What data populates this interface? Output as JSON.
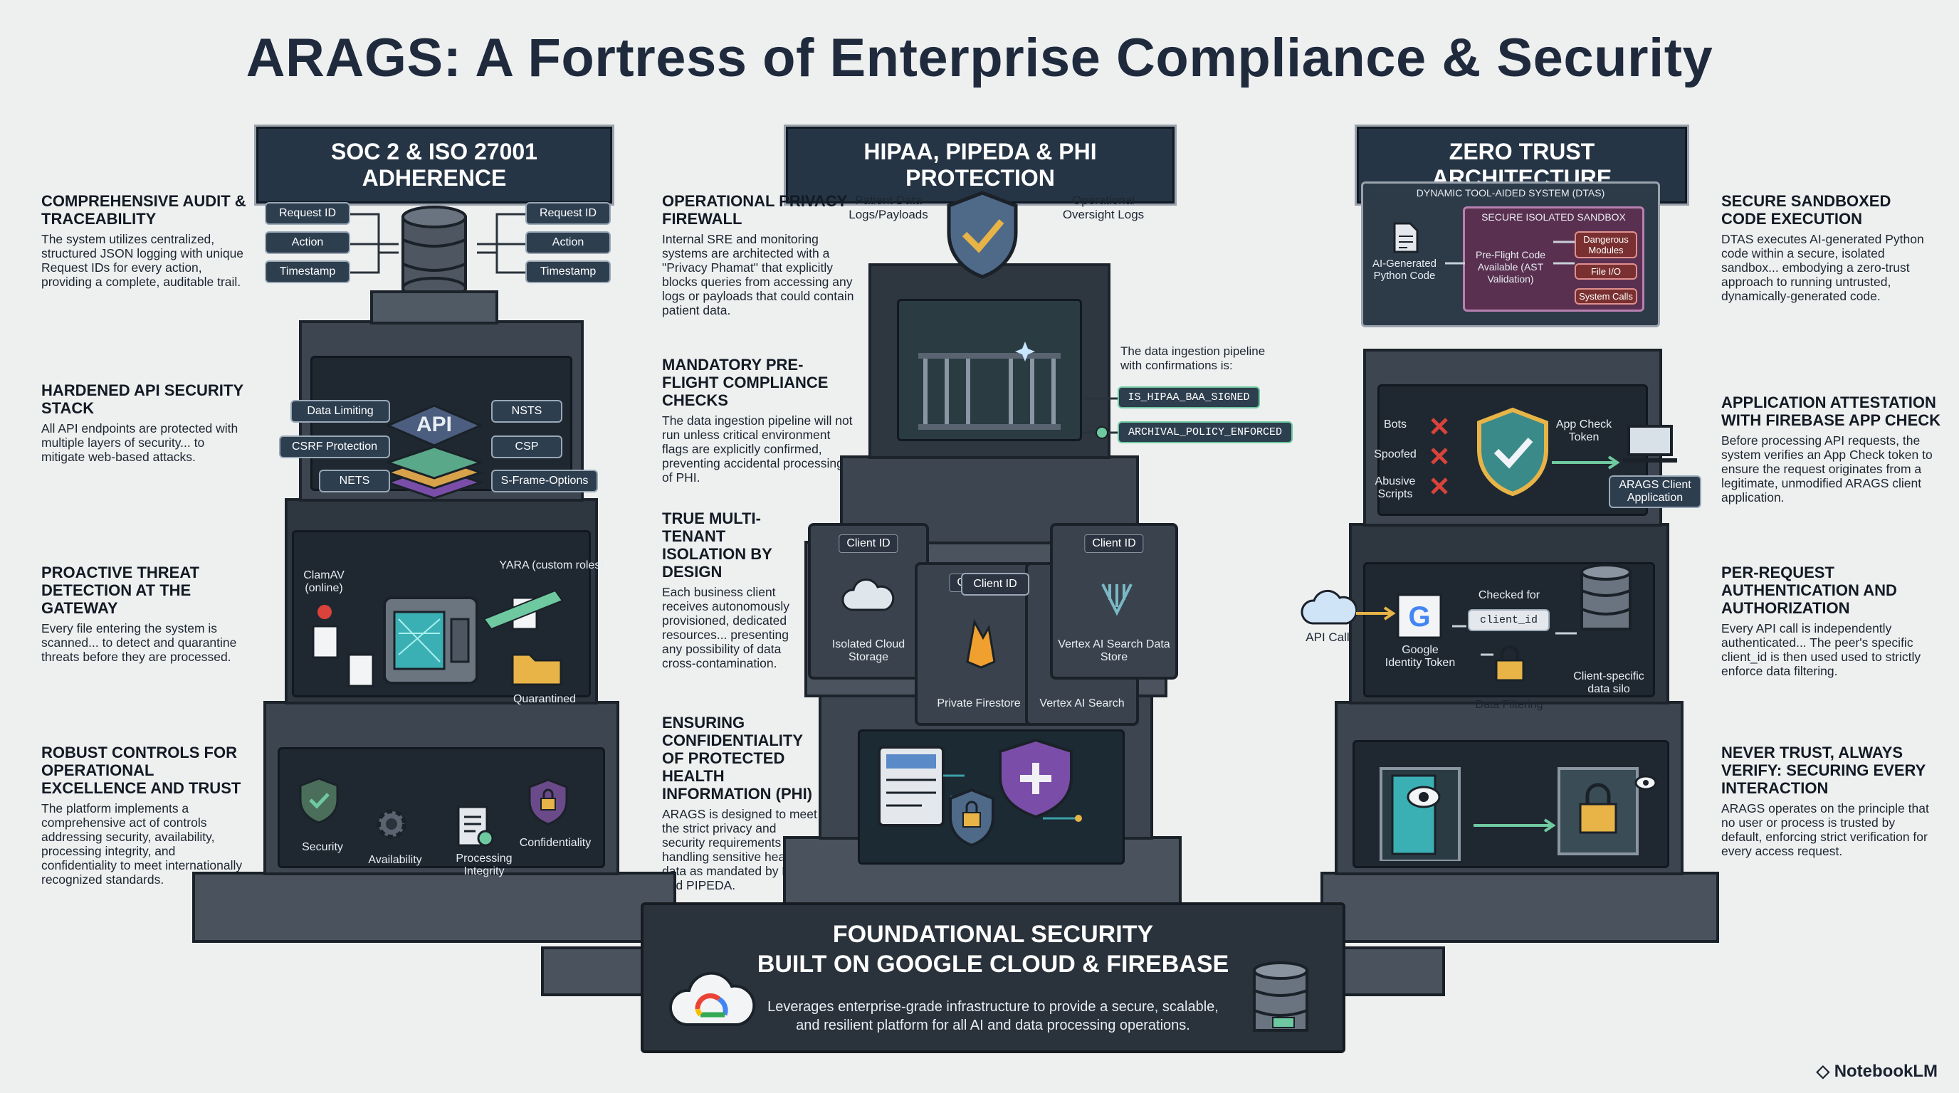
{
  "title": "ARAGS: A Fortress of Enterprise Compliance & Security",
  "pillars": [
    {
      "header": "SOC 2 & ISO 27001 ADHERENCE"
    },
    {
      "header": "HIPAA, PIPEDA & PHI PROTECTION"
    },
    {
      "header": "ZERO TRUST ARCHITECTURE"
    }
  ],
  "left_text": [
    {
      "h": "Comprehensive Audit & Traceability",
      "b": "The system utilizes centralized, structured JSON logging with unique Request IDs for every action, providing a complete, auditable trail."
    },
    {
      "h": "Hardened API Security Stack",
      "b": "All API endpoints are protected with multiple layers of security... to mitigate web-based attacks."
    },
    {
      "h": "Proactive Threat Detection at the Gateway",
      "b": "Every file entering the system is scanned... to detect and quarantine threats before they are processed."
    },
    {
      "h": "Robust Controls for Operational Excellence and Trust",
      "b": "The platform implements a comprehensive act of controls addressing security, availability, processing integrity, and confidentiality to meet internationally recognized standards."
    }
  ],
  "middle_text": [
    {
      "h": "Operational Privacy Firewall",
      "b": "Internal SRE and monitoring systems are architected with a \"Privacy Phamat\" that explicitly blocks queries from accessing any logs or payloads that could contain patient data."
    },
    {
      "h": "Mandatory Pre-Flight Compliance Checks",
      "b": "The data ingestion pipeline will not run unless critical environment flags are explicitly confirmed, preventing accidental processing of PHI."
    },
    {
      "h": "True Multi-Tenant Isolation by Design",
      "b": "Each business client receives autonomously provisioned, dedicated resources... presenting any possibility of data cross-contamination."
    },
    {
      "h": "Ensuring Confidentiality of Protected Health Information (PHI)",
      "b": "ARAGS is designed to meet the strict privacy and security requirements for handling sensitive health data as mandated by HIPAA and PIPEDA."
    }
  ],
  "right_text": [
    {
      "h": "Secure Sandboxed Code Execution",
      "b": "DTAS executes AI-generated Python code within a secure, isolated sandbox... embodying a zero-trust approach to running untrusted, dynamically-generated code."
    },
    {
      "h": "Application Attestation with Firebase App Check",
      "b": "Before processing API requests, the system verifies an App Check token to ensure the request originates from a legitimate, unmodified ARAGS client application."
    },
    {
      "h": "Per-Request Authentication and Authorization",
      "b": "Every API call is independently authenticated... The peer's specific client_id is then used used to strictly enforce data filtering."
    },
    {
      "h": "Never Trust, Always Verify: Securing Every Interaction",
      "b": "ARAGS operates on the principle that no user or process is trusted by default, enforcing strict verification for every access request."
    }
  ],
  "soc_tower": {
    "log_tags_left": [
      "Request ID",
      "Action",
      "Timestamp"
    ],
    "log_tags_right": [
      "Request ID",
      "Action",
      "Timestamp"
    ],
    "api_label": "API",
    "api_tags_left": [
      "Data Limiting",
      "CSRF Protection",
      "NETS"
    ],
    "api_tags_right": [
      "NSTS",
      "CSP",
      "S-Frame-Options"
    ],
    "scanner_left": "ClamAV (online)",
    "scanner_right": "YARA (custom roles)",
    "quarantined": "Quarantined",
    "controls": [
      "Security",
      "Availability",
      "Processing Integrity",
      "Confidentiality"
    ]
  },
  "hipaa_tower": {
    "patient_logs": "Patient Data Logs/Payloads",
    "oversight_logs": "Operational Oversight Logs",
    "pipeline_note": "The data ingestion pipeline with confirmations is:",
    "flags": [
      "IS_HIPAA_BAA_SIGNED",
      "ARCHIVAL_POLICY_ENFORCED"
    ],
    "clients": [
      {
        "cap": "Client ID",
        "name": "Isolated Cloud Storage"
      },
      {
        "cap": "Client ID",
        "name": "Private Firestore"
      },
      {
        "cap": "Client ID",
        "name": "Vertex AI Search Data Store"
      }
    ],
    "center_cube_name": "Vertex AI Search"
  },
  "zt_tower": {
    "dtas_title": "DYNAMIC TOOL-AIDED SYSTEM (DTAS)",
    "ai_code": "AI-Generated Python Code",
    "sandbox_title": "SECURE ISOLATED SANDBOX",
    "preflight": "Pre-Flight Code Available (AST Validation)",
    "blocked": [
      "Dangerous Modules",
      "File I/O",
      "System Calls"
    ],
    "threats": [
      "Bots",
      "Spoofed",
      "Abusive Scripts"
    ],
    "app_check": "App Check Token",
    "client_app": "ARAGS Client Application",
    "api_call": "API Call",
    "google_token": "Google Identity Token",
    "checked_for": "Checked for",
    "client_id": "client_id",
    "data_filtering": "Data Filtering",
    "client_store": "Client-specific data silo"
  },
  "foundation": {
    "line1": "FOUNDATIONAL SECURITY",
    "line2": "BUILT ON GOOGLE CLOUD & FIREBASE",
    "desc1": "Leverages enterprise-grade infrastructure to provide a secure, scalable,",
    "desc2": "and resilient platform for all AI and data processing operations."
  },
  "brand": "NotebookLM",
  "colors": {
    "accent_green": "#6fc9a0",
    "tower": "#3c4550",
    "header": "#263545",
    "purple": "#8a5bb8",
    "red": "#d9433b"
  }
}
